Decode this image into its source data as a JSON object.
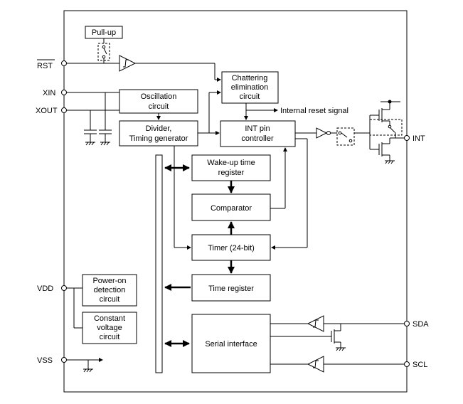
{
  "pins": {
    "rst": "RST",
    "xin": "XIN",
    "xout": "XOUT",
    "vdd": "VDD",
    "vss": "VSS",
    "int": "INT",
    "sda": "SDA",
    "scl": "SCL"
  },
  "blocks": {
    "pullup": "Pull-up",
    "chattering": [
      "Chattering",
      "elimination",
      "circuit"
    ],
    "oscillation": [
      "Oscillation",
      "circuit"
    ],
    "divider": [
      "Divider,",
      "Timing generator"
    ],
    "int_controller": [
      "INT pin",
      "controller"
    ],
    "wakeup": [
      "Wake-up time",
      "register"
    ],
    "comparator": "Comparator",
    "timer": "Timer (24-bit)",
    "time_register": "Time register",
    "poweron": [
      "Power-on",
      "detection",
      "circuit"
    ],
    "constant_voltage": [
      "Constant",
      "voltage",
      "circuit"
    ],
    "serial": "Serial interface"
  },
  "signals": {
    "internal_reset": "Internal reset signal"
  }
}
